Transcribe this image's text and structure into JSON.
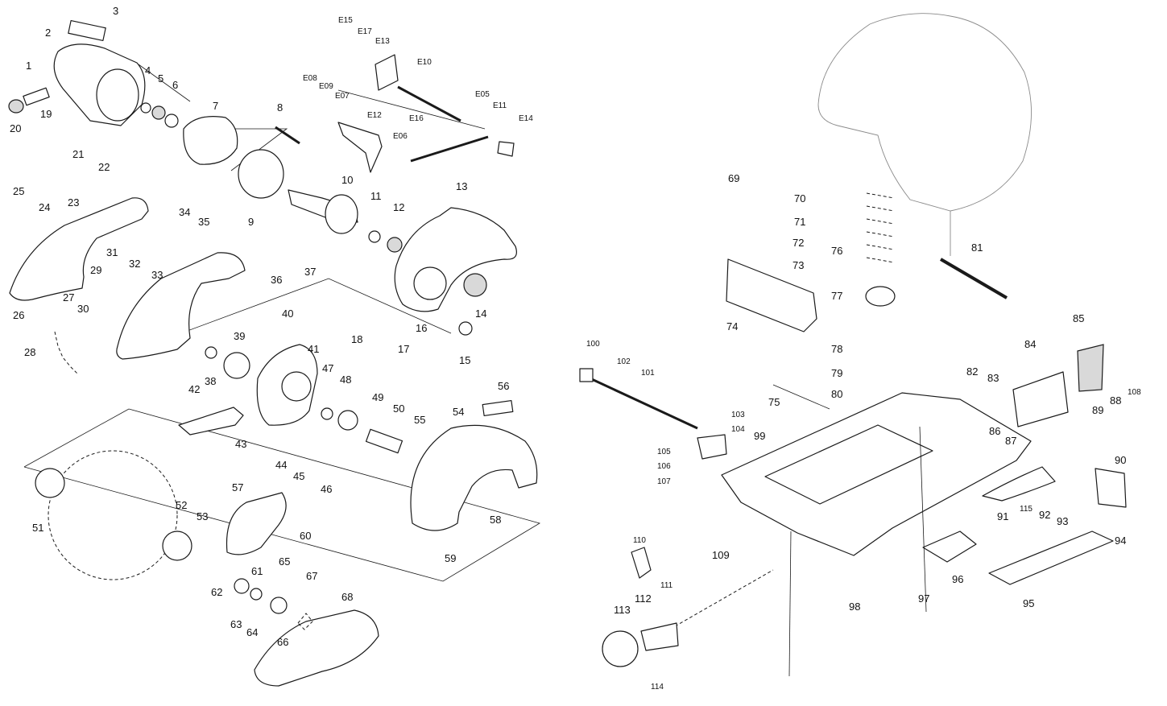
{
  "diagram": {
    "title": "",
    "labels": [
      "1",
      "2",
      "3",
      "4",
      "5",
      "6",
      "7",
      "8",
      "9",
      "10",
      "11",
      "12",
      "13",
      "14",
      "15",
      "16",
      "17",
      "18",
      "19",
      "20",
      "21",
      "22",
      "23",
      "24",
      "25",
      "26",
      "27",
      "28",
      "29",
      "30",
      "31",
      "32",
      "33",
      "34",
      "35",
      "36",
      "37",
      "38",
      "39",
      "40",
      "41",
      "42",
      "43",
      "44",
      "45",
      "46",
      "47",
      "48",
      "49",
      "50",
      "51",
      "52",
      "53",
      "54",
      "55",
      "56",
      "57",
      "58",
      "59",
      "60",
      "61",
      "62",
      "63",
      "64",
      "65",
      "66",
      "67",
      "68",
      "69",
      "70",
      "71",
      "72",
      "73",
      "74",
      "75",
      "76",
      "77",
      "78",
      "79",
      "80",
      "81",
      "82",
      "83",
      "84",
      "85",
      "86",
      "87",
      "88",
      "89",
      "90",
      "91",
      "92",
      "93",
      "94",
      "95",
      "96",
      "97",
      "98",
      "99",
      "100",
      "101",
      "102",
      "103",
      "104",
      "105",
      "106",
      "107",
      "108",
      "109",
      "110",
      "111",
      "112",
      "113",
      "114",
      "115",
      "E05",
      "E06",
      "E07",
      "E08",
      "E09",
      "E10",
      "E11",
      "E12",
      "E13",
      "E14",
      "E15",
      "E16",
      "E17"
    ]
  }
}
